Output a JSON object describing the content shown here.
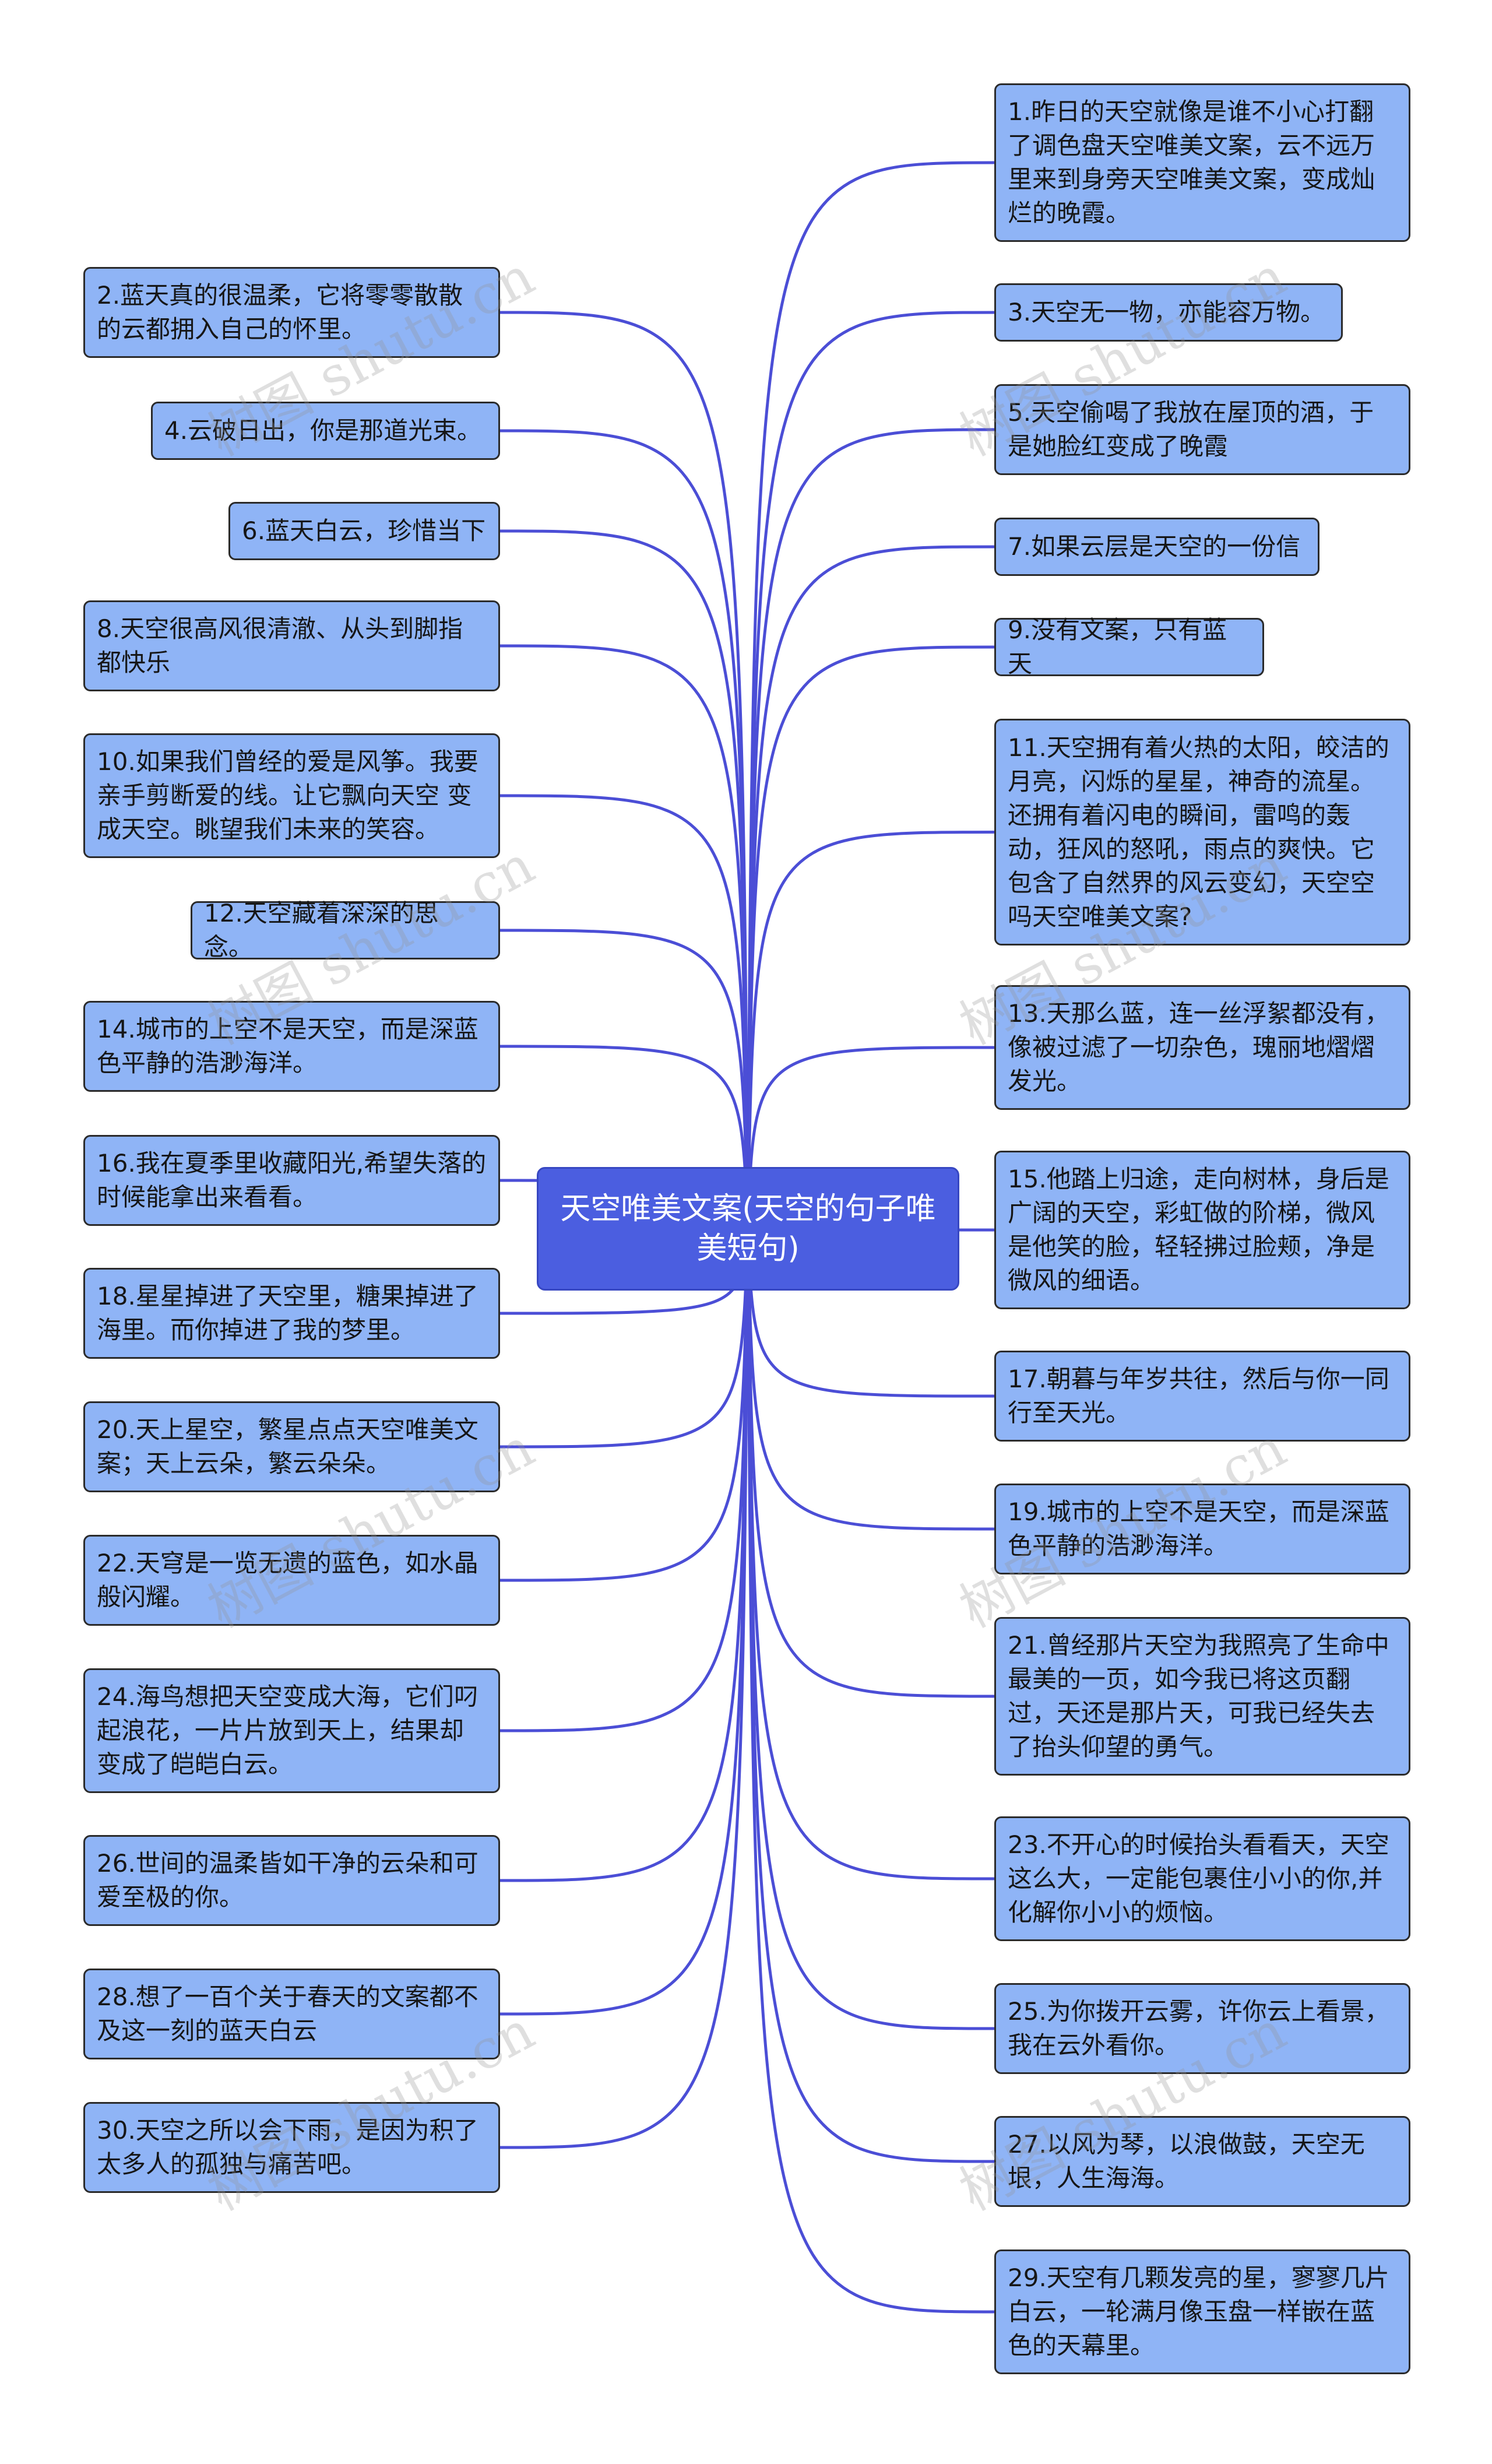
{
  "root": {
    "text": "天空唯美文案(天空的句子唯美短句)"
  },
  "watermark": "树图 shutu.cn",
  "colors": {
    "node_fill": "#8fb4f6",
    "root_fill": "#4b5ee0",
    "link": "#4b4ed6"
  },
  "nodes": [
    {
      "id": "n1",
      "side": "right",
      "text": "1.昨日的天空就像是谁不小心打翻了调色盘天空唯美文案，云不远万里来到身旁天空唯美文案，变成灿烂的晚霞。"
    },
    {
      "id": "n2",
      "side": "left",
      "text": "2.蓝天真的很温柔，它将零零散散的云都拥入自己的怀里。"
    },
    {
      "id": "n3",
      "side": "right",
      "text": "3.天空无一物，亦能容万物。"
    },
    {
      "id": "n4",
      "side": "left",
      "text": "4.云破日出，你是那道光束。"
    },
    {
      "id": "n5",
      "side": "right",
      "text": "5.天空偷喝了我放在屋顶的酒，于是她脸红变成了晚霞"
    },
    {
      "id": "n6",
      "side": "left",
      "text": "6.蓝天白云，珍惜当下"
    },
    {
      "id": "n7",
      "side": "right",
      "text": "7.如果云层是天空的一份信"
    },
    {
      "id": "n8",
      "side": "left",
      "text": "8.天空很高风很清澈、从头到脚指都快乐"
    },
    {
      "id": "n9",
      "side": "right",
      "text": "9.没有文案，只有蓝天"
    },
    {
      "id": "n10",
      "side": "left",
      "text": "10.如果我们曾经的爱是风筝。我要亲手剪断爱的线。让它飘向天空 变成天空。眺望我们未来的笑容。"
    },
    {
      "id": "n11",
      "side": "right",
      "text": "11.天空拥有着火热的太阳，皎洁的月亮，闪烁的星星，神奇的流星。还拥有着闪电的瞬间，雷鸣的轰动，狂风的怒吼，雨点的爽快。它包含了自然界的风云变幻，天空空吗天空唯美文案?"
    },
    {
      "id": "n12",
      "side": "left",
      "text": "12.天空藏着深深的思念。"
    },
    {
      "id": "n13",
      "side": "right",
      "text": "13.天那么蓝，连一丝浮絮都没有，像被过滤了一切杂色，瑰丽地熠熠发光。"
    },
    {
      "id": "n14",
      "side": "left",
      "text": "14.城市的上空不是天空，而是深蓝色平静的浩渺海洋。"
    },
    {
      "id": "n15",
      "side": "right",
      "text": "15.他踏上归途，走向树林，身后是广阔的天空，彩虹做的阶梯，微风是他笑的脸，轻轻拂过脸颊，净是微风的细语。"
    },
    {
      "id": "n16",
      "side": "left",
      "text": "16.我在夏季里收藏阳光,希望失落的时候能拿出来看看。"
    },
    {
      "id": "n17",
      "side": "right",
      "text": "17.朝暮与年岁共往，然后与你一同行至天光。"
    },
    {
      "id": "n18",
      "side": "left",
      "text": "18.星星掉进了天空里，糖果掉进了海里。而你掉进了我的梦里。"
    },
    {
      "id": "n19",
      "side": "right",
      "text": "19.城市的上空不是天空，而是深蓝色平静的浩渺海洋。"
    },
    {
      "id": "n20",
      "side": "left",
      "text": "20.天上星空，繁星点点天空唯美文案；天上云朵，繁云朵朵。"
    },
    {
      "id": "n21",
      "side": "right",
      "text": "21.曾经那片天空为我照亮了生命中最美的一页，如今我已将这页翻过，天还是那片天，可我已经失去了抬头仰望的勇气。"
    },
    {
      "id": "n22",
      "side": "left",
      "text": "22.天穹是一览无遗的蓝色，如水晶般闪耀。"
    },
    {
      "id": "n23",
      "side": "right",
      "text": "23.不开心的时候抬头看看天，天空这么大，一定能包裹住小小的你,并化解你小小的烦恼。"
    },
    {
      "id": "n24",
      "side": "left",
      "text": "24.海鸟想把天空变成大海，它们叼起浪花，一片片放到天上，结果却变成了皑皑白云。"
    },
    {
      "id": "n25",
      "side": "right",
      "text": "25.为你拨开云雾，许你云上看景，我在云外看你。"
    },
    {
      "id": "n26",
      "side": "left",
      "text": "26.世间的温柔皆如干净的云朵和可爱至极的你。"
    },
    {
      "id": "n27",
      "side": "right",
      "text": "27.以风为琴，以浪做鼓，天空无垠，人生海海。"
    },
    {
      "id": "n28",
      "side": "left",
      "text": "28.想了一百个关于春天的文案都不及这一刻的蓝天白云"
    },
    {
      "id": "n29",
      "side": "right",
      "text": "29.天空有几颗发亮的星，寥寥几片白云，一轮满月像玉盘一样嵌在蓝色的天幕里。"
    },
    {
      "id": "n30",
      "side": "left",
      "text": "30.天空之所以会下雨，是因为积了太多人的孤独与痛苦吧。"
    }
  ]
}
